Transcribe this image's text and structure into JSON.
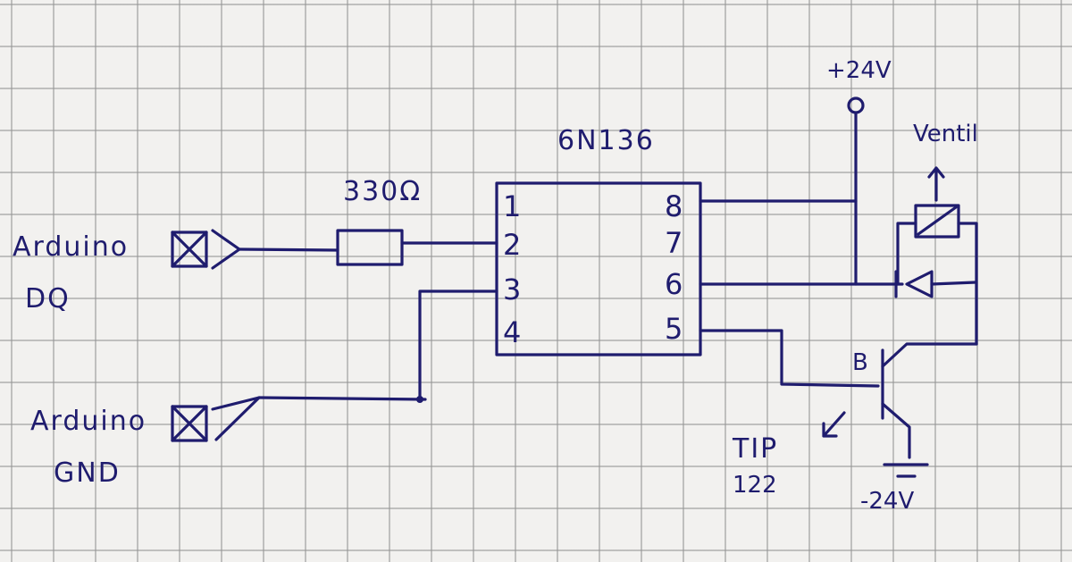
{
  "labels": {
    "chip": "6N136",
    "resistor": "330Ω",
    "supply_pos": "+24V",
    "supply_neg": "-24V",
    "valve": "Ventil",
    "transistor_name": "TIP",
    "transistor_num": "122",
    "base": "B",
    "arduino_dq_line1": "Arduino",
    "arduino_dq_line2": "DQ",
    "arduino_gnd_line1": "Arduino",
    "arduino_gnd_line2": "GND"
  },
  "pins_left": [
    "1",
    "2",
    "3",
    "4"
  ],
  "pins_right": [
    "8",
    "7",
    "6",
    "5"
  ],
  "colors": {
    "ink": "#1f1c6e",
    "paper": "#f2f1ef",
    "grid": "#969696"
  }
}
